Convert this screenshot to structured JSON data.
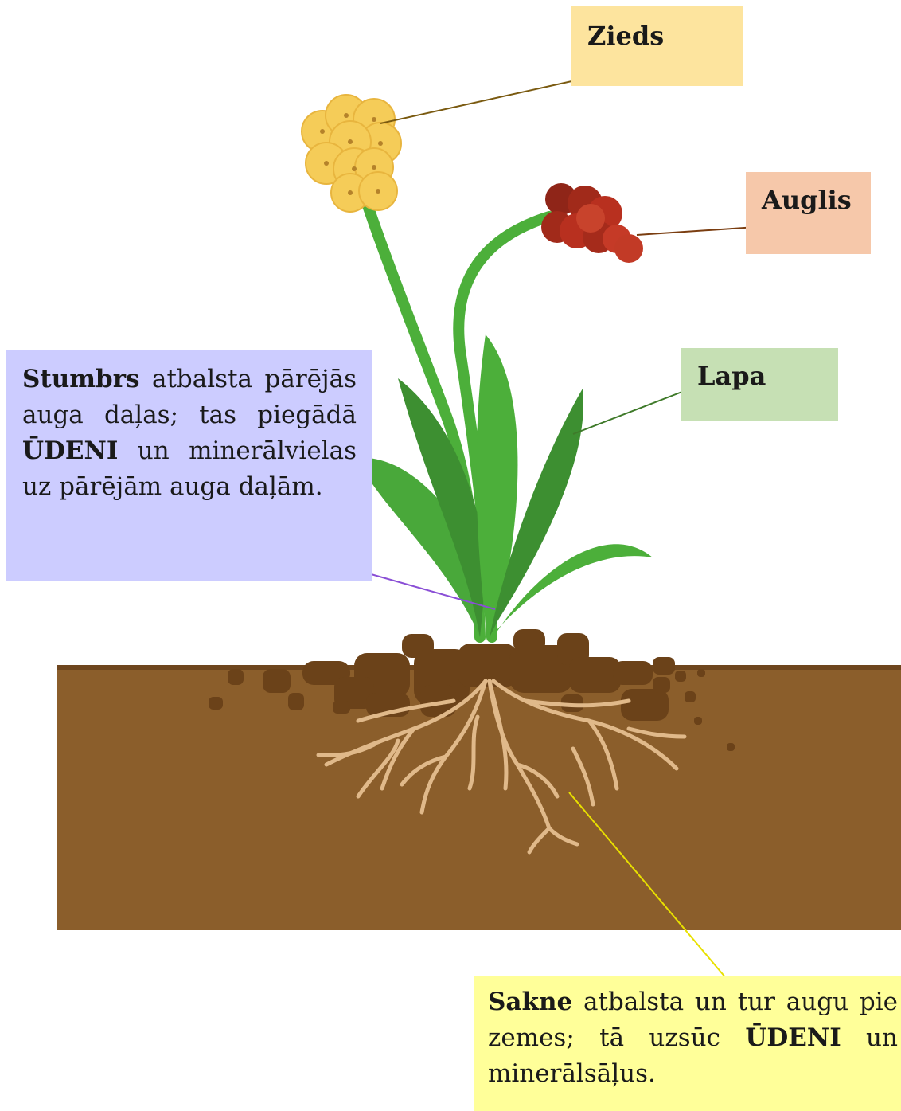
{
  "labels": {
    "zieds": "Zieds",
    "auglis": "Auglis",
    "lapa": "Lapa"
  },
  "stumbrs": {
    "term": "Stumbrs",
    "text1": " atbalsta pārējās auga daļas; tas piegādā ",
    "emphasis": "ŪDENI",
    "text2": " un minerālvielas uz pārējām auga daļām."
  },
  "sakne": {
    "term": "Sakne",
    "text1": " atbalsta un tur augu pie zemes; tā uzsūc ",
    "emphasis": "ŪDENI",
    "text2": " un minerālsāļus."
  },
  "colors": {
    "zieds_box": "#fde49e",
    "auglis_box": "#f6c8aa",
    "lapa_box": "#c6e0b4",
    "stumbrs_box": "#ccccff",
    "sakne_box": "#ffff99",
    "soil": "#8b5e2b",
    "root": "#e0b98a",
    "stem": "#4caf3a",
    "flower": "#f5cc58",
    "fruit": "#b8301f"
  }
}
